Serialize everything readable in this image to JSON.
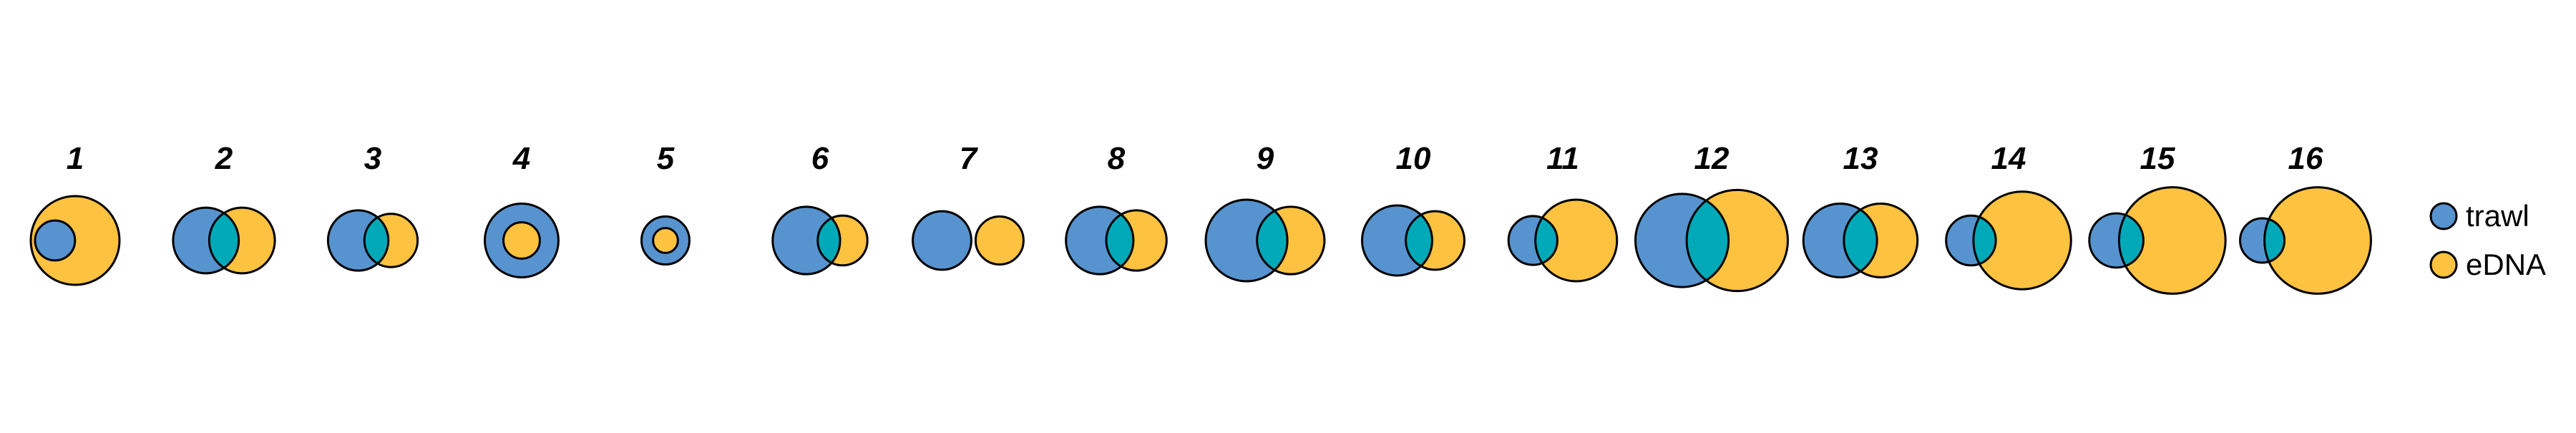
{
  "colors": {
    "trawl": "#5793cf",
    "edna": "#fcc240",
    "overlap": "#00a9b8",
    "stroke": "#000000"
  },
  "legend": {
    "items": [
      {
        "label": "trawl",
        "color_key": "trawl"
      },
      {
        "label": "eDNA",
        "color_key": "edna"
      }
    ]
  },
  "diagrams": [
    {
      "label": "1",
      "trawl_relative_size": 0.45,
      "edna_relative_size": 1.0,
      "relation": "trawl-inside-edna"
    },
    {
      "label": "2",
      "trawl_relative_size": 0.74,
      "edna_relative_size": 0.74,
      "relation": "overlap"
    },
    {
      "label": "3",
      "trawl_relative_size": 0.68,
      "edna_relative_size": 0.6,
      "relation": "overlap"
    },
    {
      "label": "4",
      "trawl_relative_size": 0.83,
      "edna_relative_size": 0.41,
      "relation": "edna-inside-trawl"
    },
    {
      "label": "5",
      "trawl_relative_size": 0.54,
      "edna_relative_size": 0.28,
      "relation": "edna-inside-trawl"
    },
    {
      "label": "6",
      "trawl_relative_size": 0.76,
      "edna_relative_size": 0.56,
      "relation": "overlap"
    },
    {
      "label": "7",
      "trawl_relative_size": 0.66,
      "edna_relative_size": 0.54,
      "relation": "disjoint"
    },
    {
      "label": "8",
      "trawl_relative_size": 0.76,
      "edna_relative_size": 0.68,
      "relation": "overlap"
    },
    {
      "label": "9",
      "trawl_relative_size": 0.92,
      "edna_relative_size": 0.76,
      "relation": "overlap"
    },
    {
      "label": "10",
      "trawl_relative_size": 0.79,
      "edna_relative_size": 0.66,
      "relation": "overlap"
    },
    {
      "label": "11",
      "trawl_relative_size": 0.55,
      "edna_relative_size": 0.92,
      "relation": "overlap"
    },
    {
      "label": "12",
      "trawl_relative_size": 1.05,
      "edna_relative_size": 1.14,
      "relation": "overlap"
    },
    {
      "label": "13",
      "trawl_relative_size": 0.83,
      "edna_relative_size": 0.83,
      "relation": "overlap"
    },
    {
      "label": "14",
      "trawl_relative_size": 0.56,
      "edna_relative_size": 1.1,
      "relation": "overlap"
    },
    {
      "label": "15",
      "trawl_relative_size": 0.61,
      "edna_relative_size": 1.2,
      "relation": "overlap"
    },
    {
      "label": "16",
      "trawl_relative_size": 0.5,
      "edna_relative_size": 1.2,
      "relation": "overlap"
    }
  ]
}
